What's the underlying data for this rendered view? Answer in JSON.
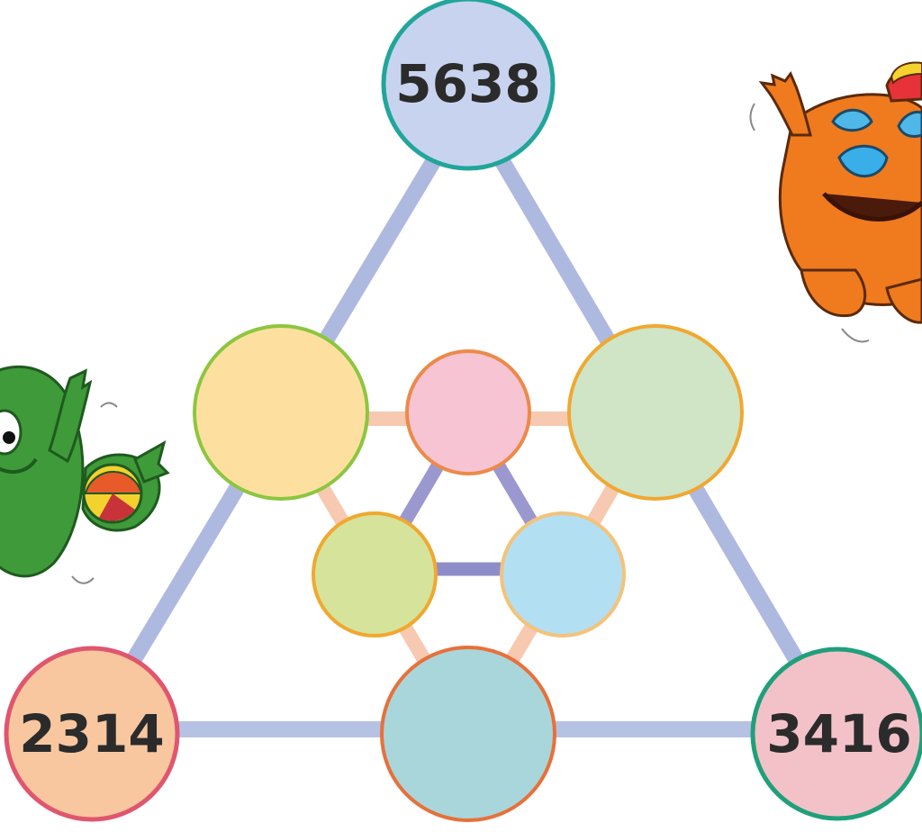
{
  "puzzle": {
    "top_value": "5638",
    "left_value": "2314",
    "right_value": "3416",
    "empty_nodes": [
      {
        "id": "upper-left",
        "label": ""
      },
      {
        "id": "upper-right",
        "label": ""
      },
      {
        "id": "bottom-middle",
        "label": ""
      },
      {
        "id": "inner-top",
        "label": ""
      },
      {
        "id": "inner-left",
        "label": ""
      },
      {
        "id": "inner-right",
        "label": ""
      }
    ]
  },
  "colors": {
    "outer_line": "#aeb9e0",
    "inner_line_peach": "#f6c9b0",
    "inner_line_purple": "#9b98cf",
    "top_fill": "#c8d4ef",
    "top_stroke": "#22a59a",
    "left_fill": "#f8c7a0",
    "left_stroke": "#e0566e",
    "right_fill": "#f3c2c8",
    "right_stroke": "#1fa07a",
    "upper_left_fill": "#fde0a0",
    "upper_left_stroke": "#8cc63f",
    "upper_right_fill": "#cfe5c6",
    "upper_right_stroke": "#f0a830",
    "bottom_mid_fill": "#a9d6da",
    "bottom_mid_stroke": "#e8703a",
    "inner_top_fill": "#f6c4d2",
    "inner_top_stroke": "#ec8a4a",
    "inner_left_fill": "#d6e39a",
    "inner_left_stroke": "#f0a830",
    "inner_right_fill": "#b3dff3",
    "inner_right_stroke": "#f3c37a"
  },
  "characters": [
    {
      "name": "green-bird-mascot"
    },
    {
      "name": "orange-furry-monster"
    }
  ]
}
